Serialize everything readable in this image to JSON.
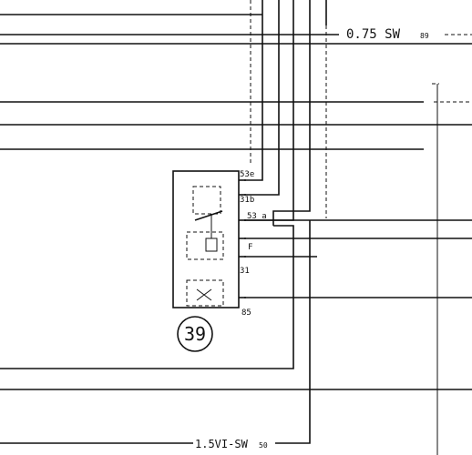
{
  "labels": {
    "wire_top": "0.75 SW",
    "wire_top_num": "89",
    "wire_bottom": "1.5VI-SW",
    "wire_bottom_num": "50",
    "component_id": "39",
    "terminal_53e": "53e",
    "terminal_31b": "31b",
    "terminal_53a": "53 a",
    "terminal_f": "F",
    "terminal_31": "31",
    "terminal_85": "85"
  }
}
